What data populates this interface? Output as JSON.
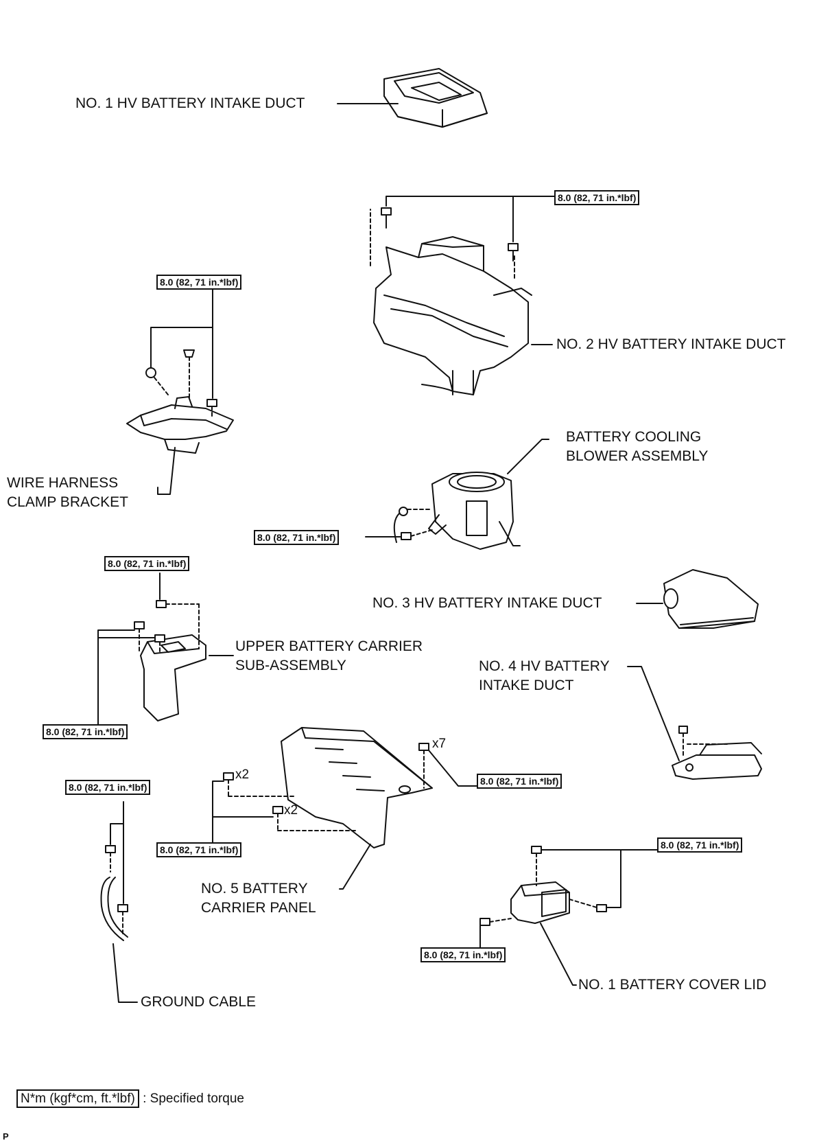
{
  "parts": {
    "no1_intake_duct": "NO. 1 HV BATTERY INTAKE DUCT",
    "no2_intake_duct": "NO. 2 HV BATTERY INTAKE DUCT",
    "wire_harness_line1": "WIRE HARNESS",
    "wire_harness_line2": "CLAMP BRACKET",
    "blower_line1": "BATTERY COOLING",
    "blower_line2": "BLOWER ASSEMBLY",
    "no3_intake_duct": "NO. 3 HV BATTERY INTAKE DUCT",
    "upper_carrier_line1": "UPPER BATTERY CARRIER",
    "upper_carrier_line2": "SUB-ASSEMBLY",
    "no4_line1": "NO. 4 HV BATTERY",
    "no4_line2": "INTAKE DUCT",
    "no5_line1": "NO. 5 BATTERY",
    "no5_line2": "CARRIER PANEL",
    "ground_cable": "GROUND CABLE",
    "no1_cover_lid": "NO. 1 BATTERY COVER LID"
  },
  "torque": {
    "no2_duct": "8.0 (82, 71 in.*lbf)",
    "wire_bracket": "8.0 (82, 71 in.*lbf)",
    "blower": "8.0 (82, 71 in.*lbf)",
    "upper_carrier_top": "8.0 (82, 71 in.*lbf)",
    "upper_carrier_bottom": "8.0 (82, 71 in.*lbf)",
    "ground_cable": "8.0 (82, 71 in.*lbf)",
    "no5_panel_right": "8.0 (82, 71 in.*lbf)",
    "no5_panel_left": "8.0 (82, 71 in.*lbf)",
    "cover_lid_right": "8.0 (82, 71 in.*lbf)",
    "cover_lid_left": "8.0 (82, 71 in.*lbf)"
  },
  "quantities": {
    "nut_x7": "x7",
    "nut_x2_upper": "x2",
    "nut_x2_lower": "x2"
  },
  "legend": {
    "unit_box": "N*m (kgf*cm, ft.*lbf)",
    "description": ": Specified torque"
  },
  "corner_mark": "P"
}
